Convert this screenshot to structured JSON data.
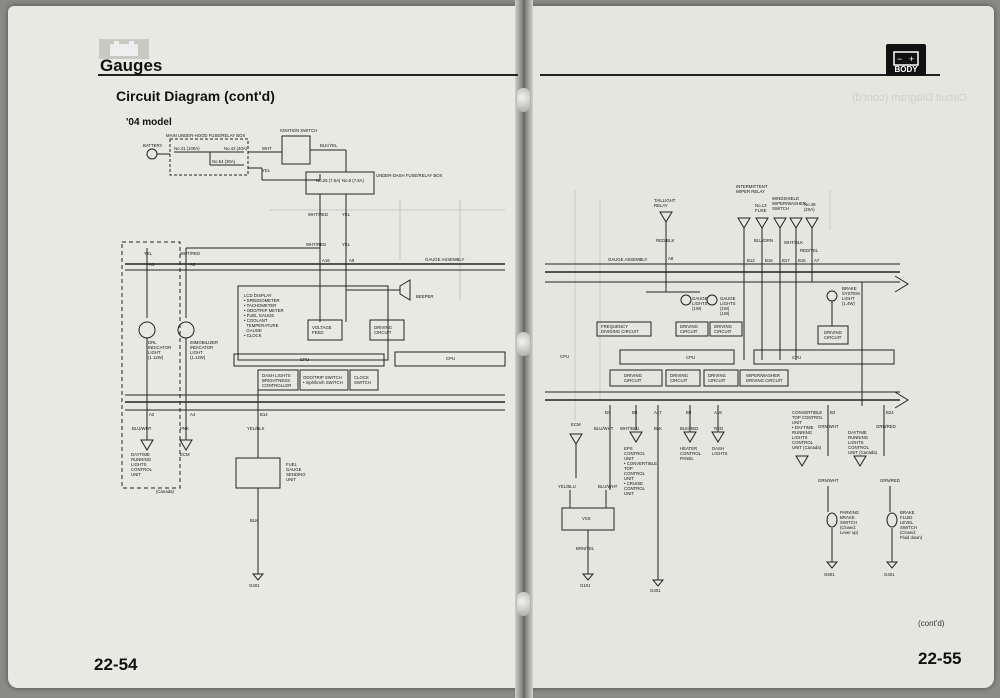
{
  "left_page": {
    "section_title": "Gauges",
    "subtitle": "Circuit Diagram (cont'd)",
    "model": "'04 model",
    "page_number": "22-54",
    "labels": {
      "battery": "BATTERY",
      "main_box": "MAIN UNDER-HOOD FUSE/RELAY BOX",
      "fuse41": "No.41 (100A)",
      "fuse42": "No.42 (40A)",
      "fuse54": "No.54 (30A)",
      "ign_switch": "IGNITION SWITCH",
      "blk_yel": "BLK/YEL",
      "wht1": "WHT",
      "yel1": "YEL",
      "underdash": "UNDER-DASH FUSE/RELAY BOX",
      "fuse25": "No.25 (7.5A)",
      "fuse9": "No.9 (7.5A)",
      "wht_red1": "WHT/RED",
      "yel2": "YEL",
      "wht_red2": "WHT/RED",
      "yel3": "YEL",
      "yel_top": "YEL",
      "wht_red_left": "WHT/RED",
      "gauge_assembly": "GAUGE ASSEMBLY",
      "a1": "A1",
      "a3": "A3",
      "a16": "A16",
      "a9": "A9",
      "beeper": "BEEPER",
      "lcd": "LCD DISPLAY\n• SPEEDOMETER\n• TACHOMETER\n• ODO/TRIP METER\n• FUEL GAUGE\n• COOLANT\n  TEMPERATURE\n  GAUGE\n• CLOCK",
      "voltage_feed": "VOLTAGE\nFEED",
      "driving_circuit": "DRIVING\nCIRCUIT",
      "cpu": "CPU",
      "cpu2": "CPU",
      "dash_lights": "DASH LIGHTS\nBRIGHTNESS\nCONTROLLER",
      "odo_switch": "ODO/TRIP SWITCH\n• mph/km/h SWITCH",
      "clock_switch": "CLOCK\nSWITCH",
      "drl_light": "DRL\nINDICATOR\nLIGHT\n(1.12W)",
      "immob_light": "IMMOBILIZER\nINDICATOR\nLIGHT\n(1.12W)",
      "a2": "A2",
      "a4": "A4",
      "b14": "B14",
      "blu_wht": "BLU/WHT",
      "pnk": "PNK",
      "yel_blk": "YEL/BLK",
      "drl_unit": "DAYTIME\nRUNNING\nLIGHTS\nCONTROL\nUNIT",
      "canada": "(Canada)",
      "ecm": "ECM",
      "fuel_unit": "FUEL\nGAUGE\nSENDING\nUNIT",
      "blk": "BLK",
      "g401": "G401"
    }
  },
  "right_page": {
    "badge": "BODY",
    "page_number": "22-55",
    "contd": "(cont'd)",
    "ghost_text": "Circuit Diagram (cont'd)",
    "labels": {
      "taillight_relay": "TAILLIGHT\nRELAY",
      "red_blk": "RED/BLK",
      "a8": "A8",
      "gauge_assembly": "GAUGE ASSEMBLY",
      "intermittent_relay": "INTERMITTENT\nWIPER RELAY",
      "fuse13": "No.13\nFUSE",
      "windshield_switch": "WINDSHIELD\nWIPER/WASHER\nSWITCH",
      "no48": "No.48\n(20A)",
      "blu_grn": "BLU/GRN",
      "wht_blk": "WHT/BLK",
      "red_yel": "RED/YEL",
      "b12": "B12",
      "b16": "B16",
      "b17": "B17",
      "b15": "B15",
      "a7": "A7",
      "brake_light": "BRAKE\nSYSTEM\nLIGHT\n(1.4W)",
      "gauge_lights1": "GAUGE\nLIGHTS\n(1W)",
      "gauge_lights2": "GAUGE\nLIGHTS\n(1W)\n(1W)",
      "freq_div": "FREQUENCY\nDIVIDING CIRCUIT",
      "drive1": "DRIVING\nCIRCUIT",
      "drive2": "DRIVING\nCIRCUIT",
      "drive3": "DRIVING\nCIRCUIT",
      "cpu1": "CPU",
      "cpu2": "CPU",
      "cpu3": "CPU",
      "drive4": "DRIVING\nCIRCUIT",
      "drive5": "DRIVING\nCIRCUIT",
      "drive6": "DRIVING\nCIRCUIT",
      "wiper_drive": "WIPER/WASHER\nDRIVING CIRCUIT",
      "b7": "B7",
      "b8": "B8",
      "a17": "A17",
      "b9": "B9",
      "a18": "A18",
      "b3": "B3",
      "b24": "B24",
      "blu_wht": "BLU/WHT",
      "wht_blu": "WHT/BLU",
      "blk": "BLK",
      "blk_red": "BLK/RED",
      "red": "RED",
      "ecm": "ECM",
      "eps_unit": "EPS\nCONTROL\nUNIT\n• CONVERTIBLE\nTOP\nCONTROL\nUNIT\n• CRUISE\nCONTROL\nUNIT",
      "heater_panel": "HEATER\nCONTROL\nPANEL",
      "dash_lights": "DASH\nLIGHTS",
      "conv_top": "CONVERTIBLE\nTOP CONTROL\nUNIT\n• DAYTIME\nRUNNING\nLIGHTS\nCONTROL\nUNIT (Canada)",
      "drl_unit2": "DAYTIME\nRUNNING\nLIGHTS\nCONTROL\nUNIT (Canada)",
      "grn_wht": "GRN/WHT",
      "grn_red": "GRN/RED",
      "yel_blu": "YEL/BLU",
      "blu_wht2": "BLU/WHT",
      "vss": "VSS",
      "brn_yel": "BRN/YEL",
      "g101": "G101",
      "g401": "G401",
      "parking_brake": "PARKING\nBRAKE\nSWITCH\n(Closed:\nLever up)",
      "brake_fluid": "BRAKE\nFLUID\nLEVEL\nSWITCH\n(Closed:\nFluid down)",
      "g601": "G601",
      "g401b": "G401"
    }
  }
}
